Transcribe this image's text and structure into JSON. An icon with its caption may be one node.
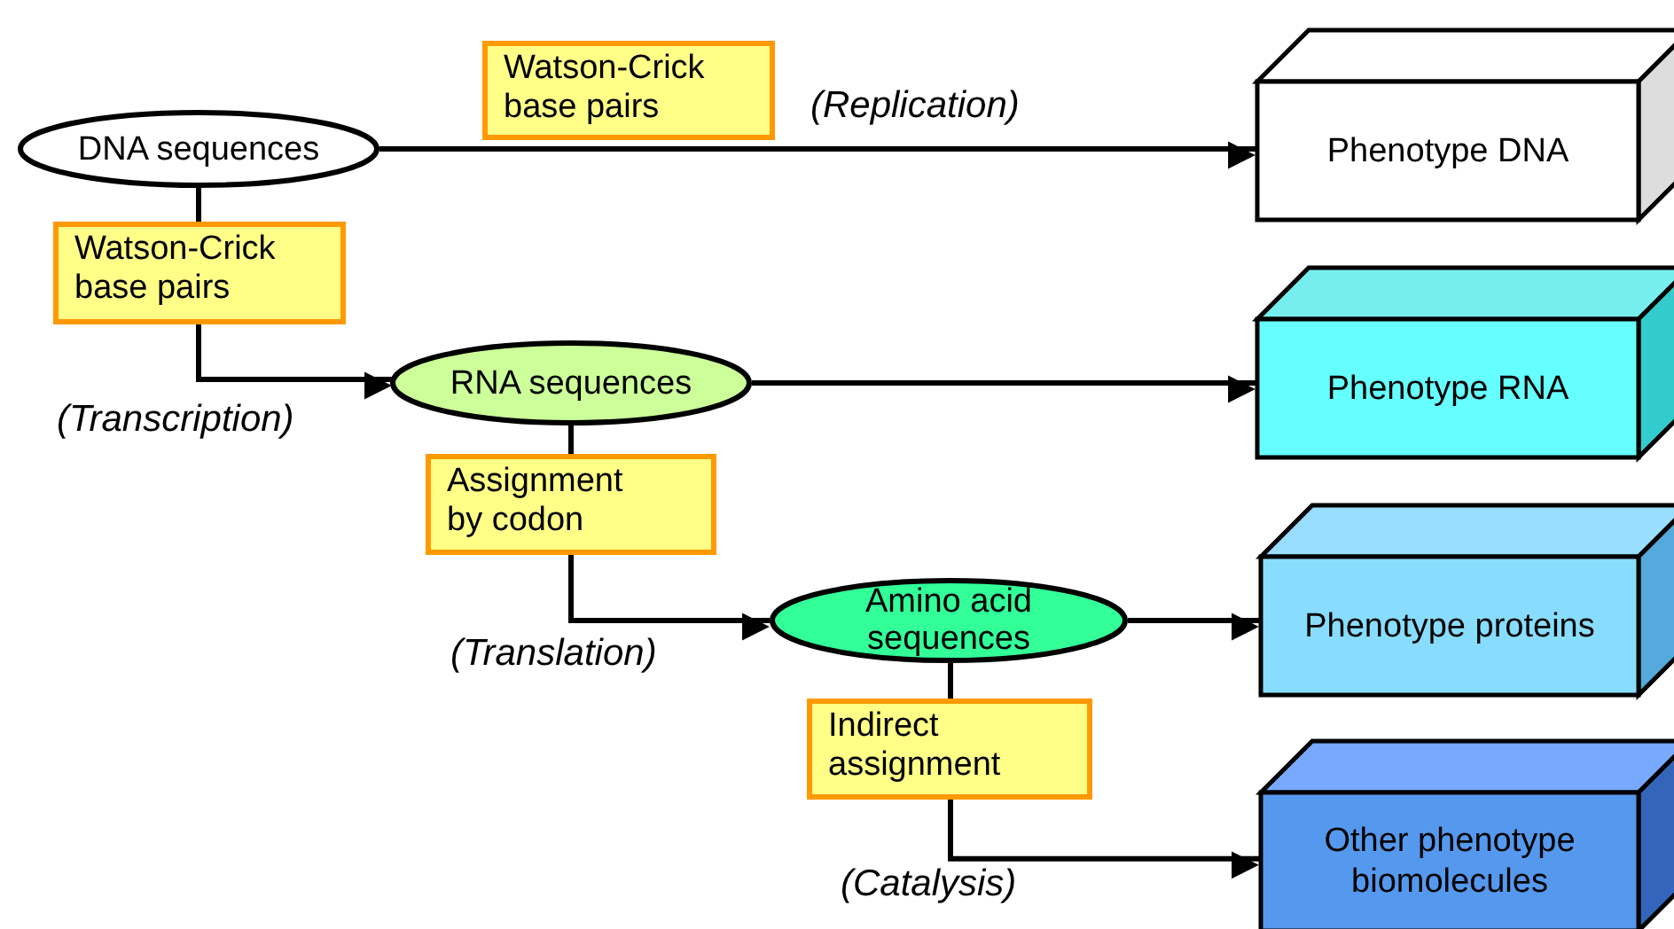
{
  "diagram": {
    "nodes": [
      {
        "text": [
          "DNA sequences"
        ]
      },
      {
        "text": [
          "Watson-Crick base pairs"
        ]
      },
      {
        "text": [
          "Phenotype DNA"
        ]
      },
      {
        "text": [
          "Watson-Crick base pairs"
        ]
      },
      {
        "text": [
          "RNA sequences"
        ]
      },
      {
        "text": [
          "Phenotype RNA"
        ]
      },
      {
        "text": [
          "Assignment by codon"
        ]
      },
      {
        "text": [
          "Amino acid sequences"
        ]
      },
      {
        "text": [
          "Phenotype proteins"
        ]
      },
      {
        "text": [
          "Indirect assignment"
        ]
      },
      {
        "text": [
          "Other phenotype biomolecules"
        ]
      }
    ],
    "edges": [
      {
        "from": 0,
        "to": 2,
        "arrow": "to"
      },
      {
        "from": 0,
        "to": 3,
        "arrow": "none"
      },
      {
        "from": 3,
        "to": 4,
        "arrow": "to"
      },
      {
        "from": 4,
        "to": 5,
        "arrow": "to"
      },
      {
        "from": 4,
        "to": 6,
        "arrow": "none"
      },
      {
        "from": 6,
        "to": 7,
        "arrow": "to"
      },
      {
        "from": 7,
        "to": 8,
        "arrow": "to"
      },
      {
        "from": 7,
        "to": 9,
        "arrow": "none"
      },
      {
        "from": 9,
        "to": 10,
        "arrow": "to"
      }
    ],
    "labels": [
      "(Replication)",
      "(Transcription)",
      "(Translation)",
      "(Catalysis)"
    ]
  }
}
